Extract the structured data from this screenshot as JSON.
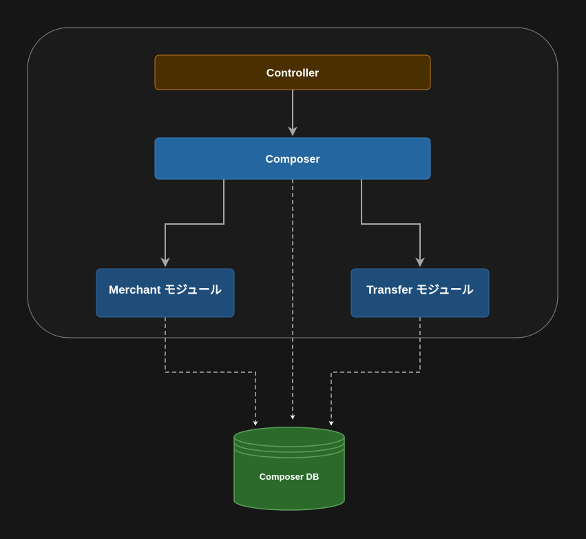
{
  "nodes": {
    "controller": {
      "label": "Controller",
      "fill": "#4a2f00",
      "stroke": "#c27a17"
    },
    "composer": {
      "label": "Composer",
      "fill": "#2366a0",
      "stroke": "#3b82c4"
    },
    "merchant": {
      "label": "Merchant モジュール",
      "fill": "#1f4d7a",
      "stroke": "#2f6aa3"
    },
    "transfer": {
      "label": "Transfer モジュール",
      "fill": "#1f4d7a",
      "stroke": "#2f6aa3"
    },
    "database": {
      "label": "Composer DB",
      "fill": "#2b6a2b",
      "stroke": "#5aa05a"
    }
  },
  "container": {
    "fill": "#1b1b1b",
    "stroke": "#8a8a8a"
  },
  "edge_color": "#a6a6a6",
  "dashed_edge_color": "#ffffff"
}
